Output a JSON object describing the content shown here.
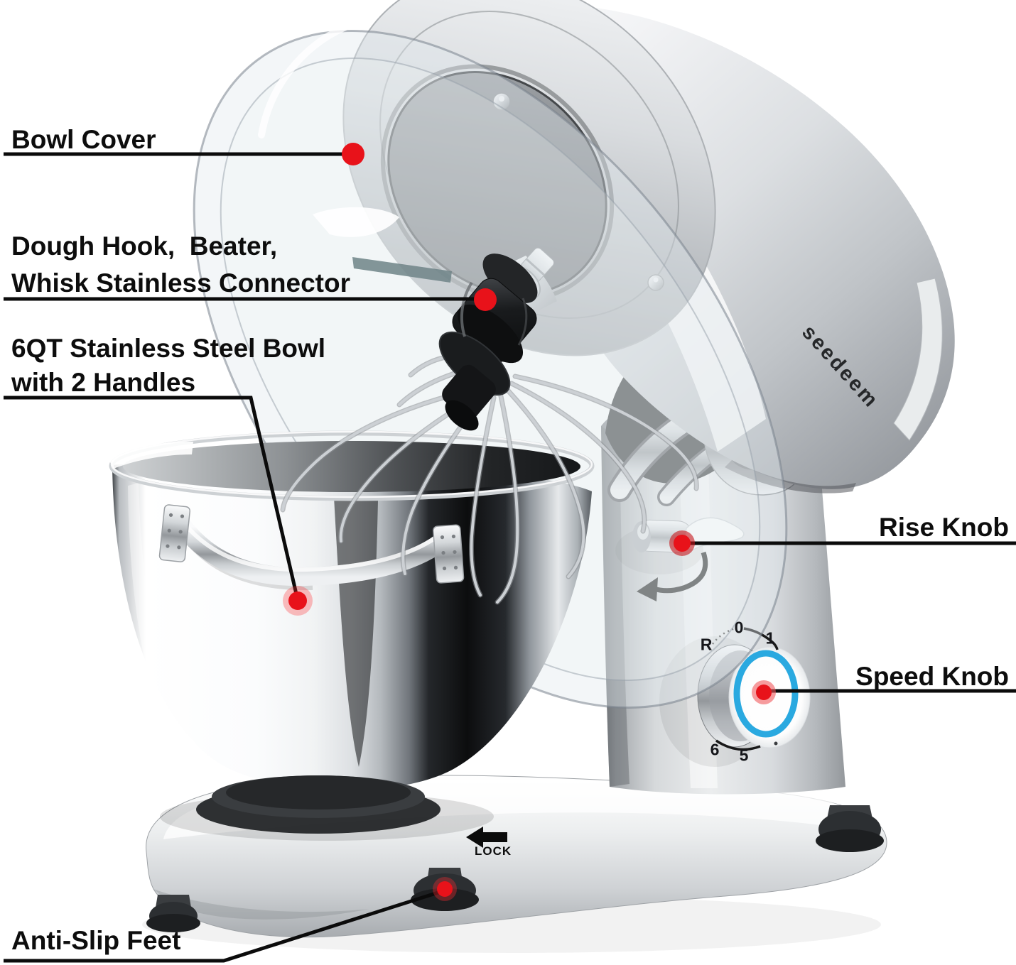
{
  "brand": {
    "logo": "seedeem"
  },
  "callouts": {
    "bowl_cover": {
      "label": "Bowl Cover"
    },
    "attachments": {
      "line1": "Dough Hook,  Beater,",
      "line2": "Whisk Stainless Connector"
    },
    "bowl": {
      "line1": "6QT Stainless Steel Bowl",
      "line2": "with 2 Handles"
    },
    "rise_knob": {
      "label": "Rise Knob"
    },
    "speed_knob": {
      "label": "Speed Knob"
    },
    "anti_slip_feet": {
      "label": "Anti-Slip Feet"
    }
  },
  "controls": {
    "lock_label": "LOCK",
    "speed_dial": {
      "marks": [
        "0",
        "1",
        "R",
        "6",
        "5"
      ]
    }
  },
  "colors": {
    "callout_red": "#e8121a",
    "dial_blue": "#2aa9e0",
    "line_black": "#0b0b0b"
  }
}
